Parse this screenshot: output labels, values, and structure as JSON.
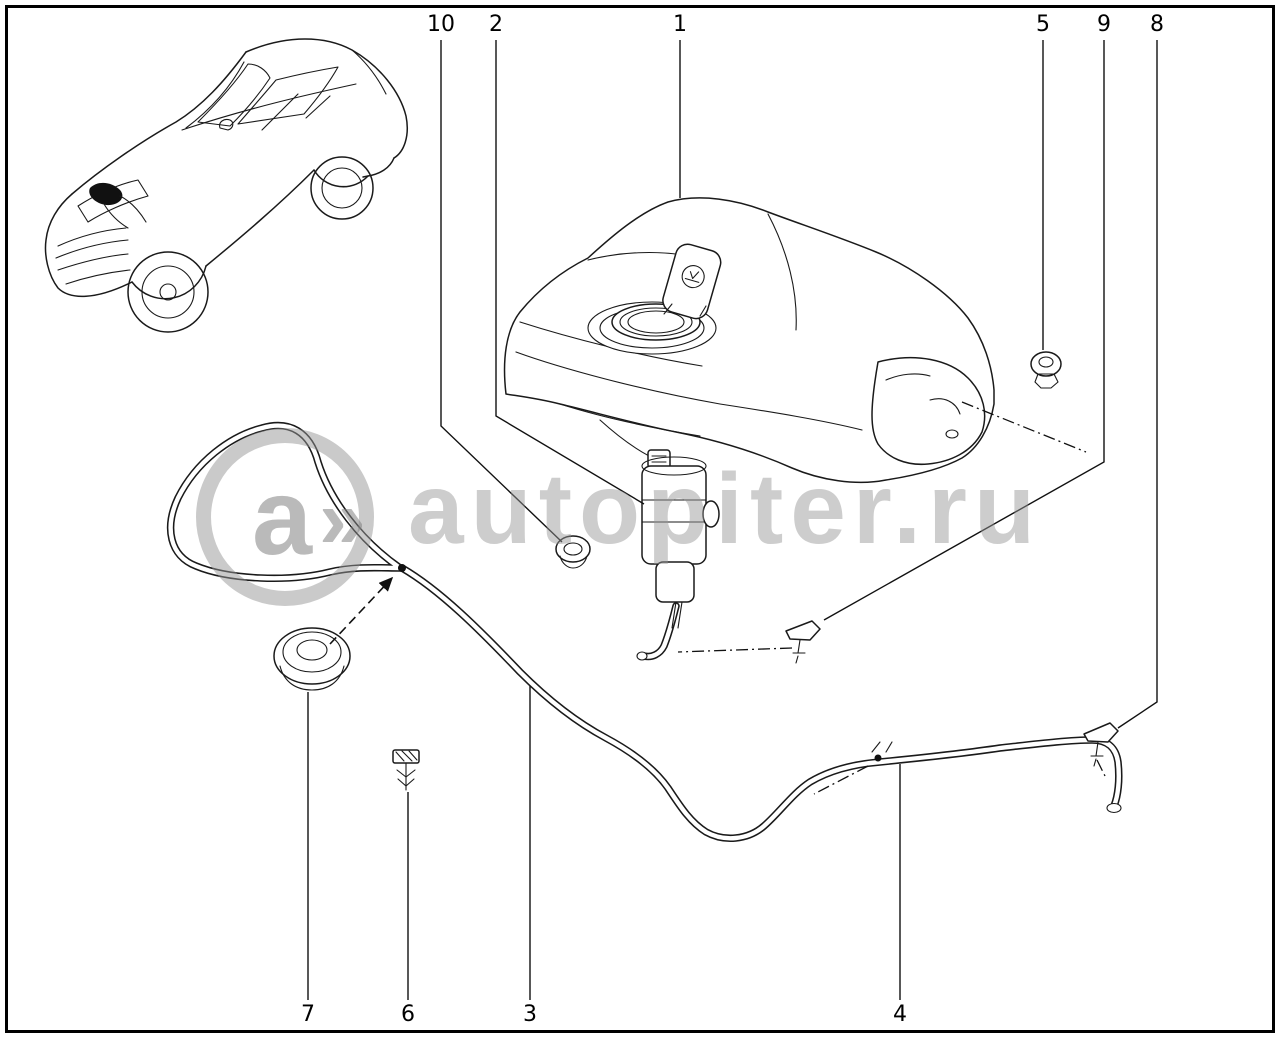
{
  "diagram": {
    "kind": "parts-diagram",
    "subject": "windscreen-washer-system"
  },
  "watermark": {
    "text": "autopiter.ru",
    "logo_letter": "a",
    "logo_arrow": "»"
  },
  "callouts": {
    "top": [
      {
        "label": "10"
      },
      {
        "label": "2"
      },
      {
        "label": "1"
      },
      {
        "label": "5"
      },
      {
        "label": "9"
      },
      {
        "label": "8"
      }
    ],
    "bottom": [
      {
        "label": "7"
      },
      {
        "label": "6"
      },
      {
        "label": "3"
      },
      {
        "label": "4"
      }
    ]
  },
  "colors": {
    "line": "#1a1a1a",
    "watermark_gray": "#969696",
    "background": "#ffffff"
  }
}
